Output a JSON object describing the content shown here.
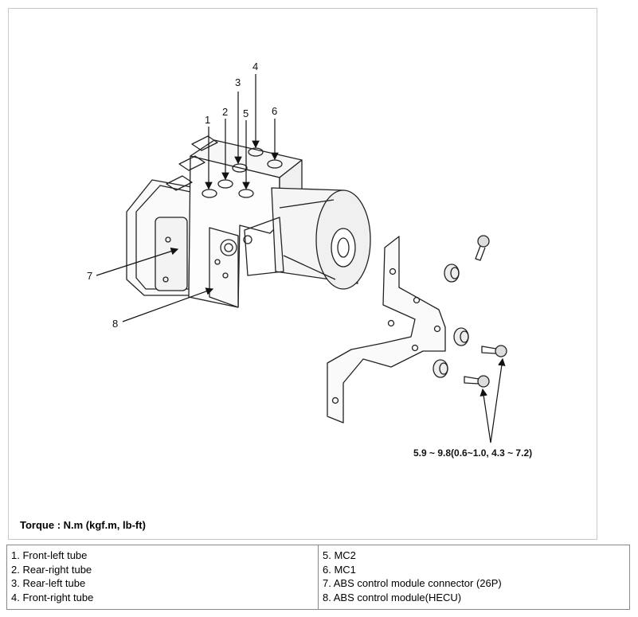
{
  "figure": {
    "callouts": [
      "1",
      "2",
      "3",
      "4",
      "5",
      "6",
      "7",
      "8"
    ],
    "torque_spec": "5.9 ~ 9.8(0.6~1.0, 4.3 ~ 7.2)",
    "torque_label": "Torque : N.m (kgf.m, lb-ft)"
  },
  "legend": {
    "left": [
      "1. Front-left tube",
      "2. Rear-right tube",
      "3. Rear-left tube",
      "4. Front-right tube"
    ],
    "right": [
      "5. MC2",
      "6. MC1",
      "7. ABS control module connector (26P)",
      "8. ABS control module(HECU)"
    ]
  }
}
